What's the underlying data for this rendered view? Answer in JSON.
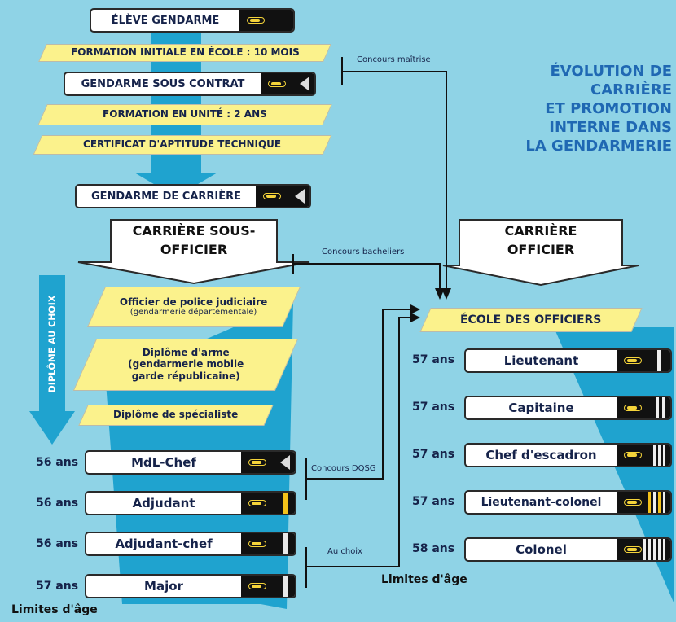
{
  "title_lines": [
    "ÉVOLUTION DE",
    "CARRIÈRE",
    "ET PROMOTION",
    "INTERNE DANS",
    "LA GENDARMERIE"
  ],
  "ranks_top": [
    "ÉLÈVE GENDARME",
    "GENDARME SOUS CONTRAT",
    "GENDARME DE CARRIÈRE"
  ],
  "trainings": [
    "FORMATION INITIALE EN ÉCOLE : 10 MOIS",
    "FORMATION EN UNITÉ : 2 ANS",
    "CERTIFICAT D'APTITUDE TECHNIQUE"
  ],
  "carriere_so": "CARRIÈRE SOUS-OFFICIER",
  "carriere_off": "CARRIÈRE OFFICIER",
  "diplomes": {
    "opj_1": "Officier de police judiciaire",
    "opj_2": "(gendarmerie départementale)",
    "arme_1": "Diplôme d'arme",
    "arme_2": "(gendarmerie mobile",
    "arme_3": "garde républicaine)",
    "spec": "Diplôme de spécialiste"
  },
  "diplome_au_choix": "DIPLÔME AU CHOIX",
  "concours": {
    "maitrise": "Concours maîtrise",
    "bacheliers": "Concours bacheliers",
    "dqsg": "Concours DQSG",
    "au_choix": "Au choix"
  },
  "so_ranks": [
    {
      "age": "56 ans",
      "label": "MdL-Chef"
    },
    {
      "age": "56 ans",
      "label": "Adjudant"
    },
    {
      "age": "56 ans",
      "label": "Adjudant-chef"
    },
    {
      "age": "57 ans",
      "label": "Major"
    }
  ],
  "ecole_officiers": "ÉCOLE DES OFFICIERS",
  "off_ranks": [
    {
      "age": "57 ans",
      "label": "Lieutenant"
    },
    {
      "age": "57 ans",
      "label": "Capitaine"
    },
    {
      "age": "57 ans",
      "label": "Chef d'escadron"
    },
    {
      "age": "57 ans",
      "label": "Lieutenant-colonel"
    },
    {
      "age": "58 ans",
      "label": "Colonel"
    }
  ],
  "limites_age": "Limites d'âge",
  "colors": {
    "background": "#8fd3e6",
    "flow_arrow": "#1fa3cf",
    "banner": "#fbf28c",
    "title": "#1f68b3",
    "rank_text": "#16234a"
  }
}
